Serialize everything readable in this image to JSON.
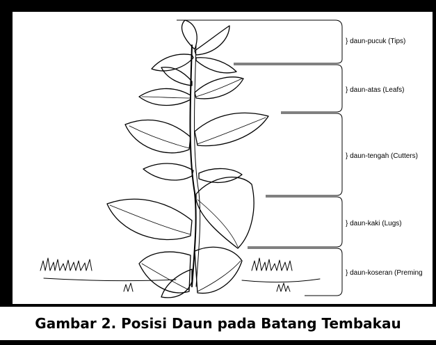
{
  "figure": {
    "caption": "Gambar 2. Posisi Daun pada Batang Tembakau",
    "labels": [
      {
        "id": "pucuk",
        "text": "} daun-pucuk (Tips)"
      },
      {
        "id": "atas",
        "text": "} daun-atas (Leafs)"
      },
      {
        "id": "tengah",
        "text": "} daun-tengah (Cutters)"
      },
      {
        "id": "kaki",
        "text": "} daun-kaki (Lugs)"
      },
      {
        "id": "koseran",
        "text": "} daun-koseran (Preming"
      }
    ]
  },
  "colors": {
    "background": "#000000",
    "panel": "#ffffff",
    "ink": "#000000"
  }
}
